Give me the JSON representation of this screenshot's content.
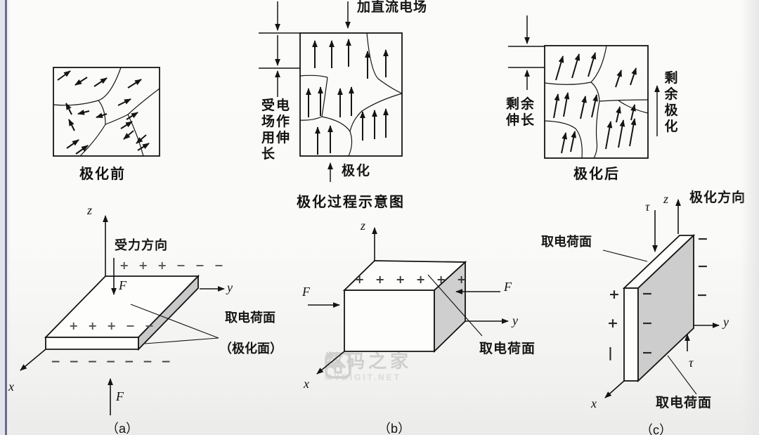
{
  "colors": {
    "ink": "#1a1a1a",
    "face_gray": "#cccccc",
    "edge_strip": "#686c8c",
    "watermark": "#c9c9c9"
  },
  "top_row": {
    "before": {
      "caption": "极化前"
    },
    "process": {
      "field_label": "加直流电场",
      "elongation_label": "受电场作用伸长",
      "polarization_label": "极化",
      "caption": "极化过程示意图"
    },
    "after": {
      "elongation_label": "剩余伸长",
      "polarization_label": "剩余极化",
      "caption": "极化后"
    }
  },
  "fig_a": {
    "axis_z": "z",
    "axis_y": "y",
    "axis_x": "x",
    "force_label": "受力方向",
    "force_top": "F",
    "force_bottom": "F",
    "charges_top": "+ + + − − −",
    "charges_face": "+ + + − −",
    "charges_bottom": "− − − − − − −",
    "electrode_line1": "取电荷面",
    "electrode_line2": "（极化面）",
    "caption": "（a）"
  },
  "fig_b": {
    "axis_z": "z",
    "axis_y": "y",
    "axis_x": "x",
    "force_left": "F",
    "force_right": "F",
    "charges_top": "+ + + + + +",
    "electrode_label": "取电荷面",
    "caption": "（b）"
  },
  "fig_c": {
    "axis_z": "z",
    "axis_y": "y",
    "axis_x": "x",
    "direction_label": "极化方向",
    "tau_top": "τ",
    "tau_bottom": "τ",
    "electrode_top": "取电荷面",
    "electrode_bottom": "取电荷面",
    "charges_left": [
      "+",
      "+",
      "|"
    ],
    "charges_face": [
      "−",
      "−",
      "−"
    ],
    "charges_right": [
      "−",
      "−",
      "−"
    ],
    "caption": "（c）"
  },
  "watermark": {
    "brand": "数码之家",
    "site": "MYDIGIT.NET"
  }
}
